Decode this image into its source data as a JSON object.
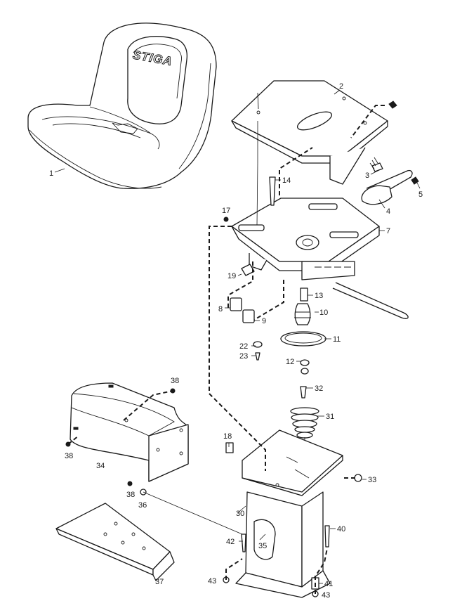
{
  "brand_logo": "STIGA",
  "callouts": [
    {
      "id": "c1",
      "label": "1"
    },
    {
      "id": "c2",
      "label": "2"
    },
    {
      "id": "c3",
      "label": "3"
    },
    {
      "id": "c4",
      "label": "4"
    },
    {
      "id": "c5",
      "label": "5"
    },
    {
      "id": "c7",
      "label": "7"
    },
    {
      "id": "c8",
      "label": "8"
    },
    {
      "id": "c9",
      "label": "9"
    },
    {
      "id": "c10",
      "label": "10"
    },
    {
      "id": "c11",
      "label": "11"
    },
    {
      "id": "c12",
      "label": "12"
    },
    {
      "id": "c13",
      "label": "13"
    },
    {
      "id": "c14",
      "label": "14"
    },
    {
      "id": "c17",
      "label": "17"
    },
    {
      "id": "c18",
      "label": "18"
    },
    {
      "id": "c19",
      "label": "19"
    },
    {
      "id": "c22",
      "label": "22"
    },
    {
      "id": "c23",
      "label": "23"
    },
    {
      "id": "c30",
      "label": "30"
    },
    {
      "id": "c31",
      "label": "31"
    },
    {
      "id": "c32",
      "label": "32"
    },
    {
      "id": "c33",
      "label": "33"
    },
    {
      "id": "c34",
      "label": "34"
    },
    {
      "id": "c35",
      "label": "35"
    },
    {
      "id": "c36",
      "label": "36"
    },
    {
      "id": "c37",
      "label": "37"
    },
    {
      "id": "c38a",
      "label": "38"
    },
    {
      "id": "c38b",
      "label": "38"
    },
    {
      "id": "c38c",
      "label": "38"
    },
    {
      "id": "c40",
      "label": "40"
    },
    {
      "id": "c41",
      "label": "41"
    },
    {
      "id": "c42",
      "label": "42"
    },
    {
      "id": "c43a",
      "label": "43"
    },
    {
      "id": "c43b",
      "label": "43"
    }
  ]
}
